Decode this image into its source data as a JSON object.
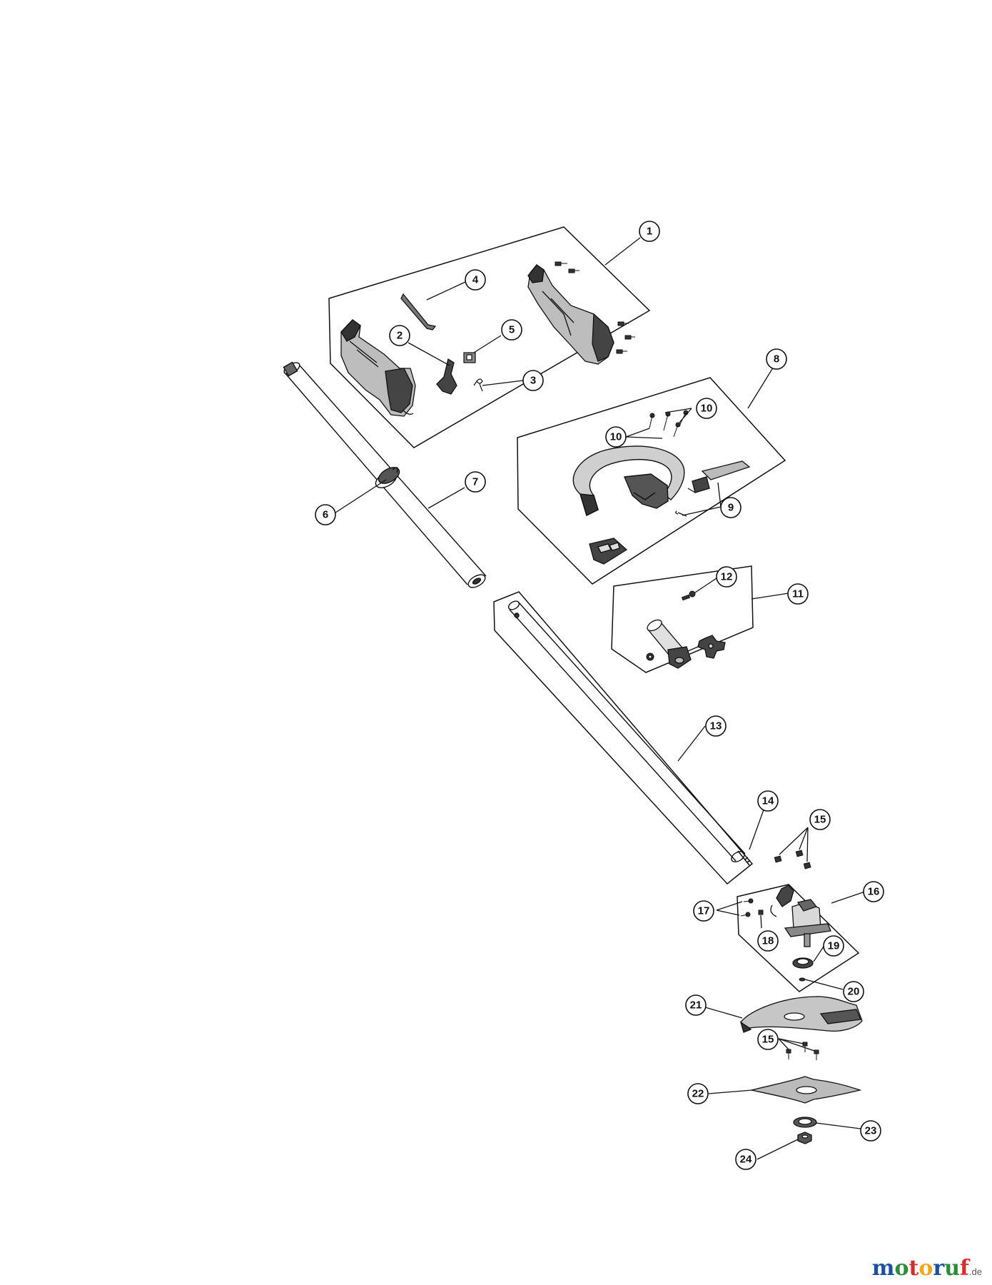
{
  "callouts": [
    "1",
    "2",
    "3",
    "4",
    "5",
    "6",
    "7",
    "8",
    "9",
    "10",
    "11",
    "12",
    "13",
    "14",
    "15",
    "16",
    "17",
    "18",
    "19",
    "20",
    "21",
    "22",
    "23",
    "24"
  ],
  "watermark": {
    "letters": [
      "m",
      "o",
      "t",
      "o",
      "r",
      "u",
      "f"
    ],
    "letter_colors": [
      "#1c4f9c",
      "#2e8b3a",
      "#d32f2f",
      "#f2a81d",
      "#1c4f9c",
      "#2e8b3a",
      "#d32f2f"
    ],
    "suffix": ".de"
  },
  "colors": {
    "line": "#111111",
    "fill_dark": "#222222",
    "fill_mid": "#888888"
  }
}
